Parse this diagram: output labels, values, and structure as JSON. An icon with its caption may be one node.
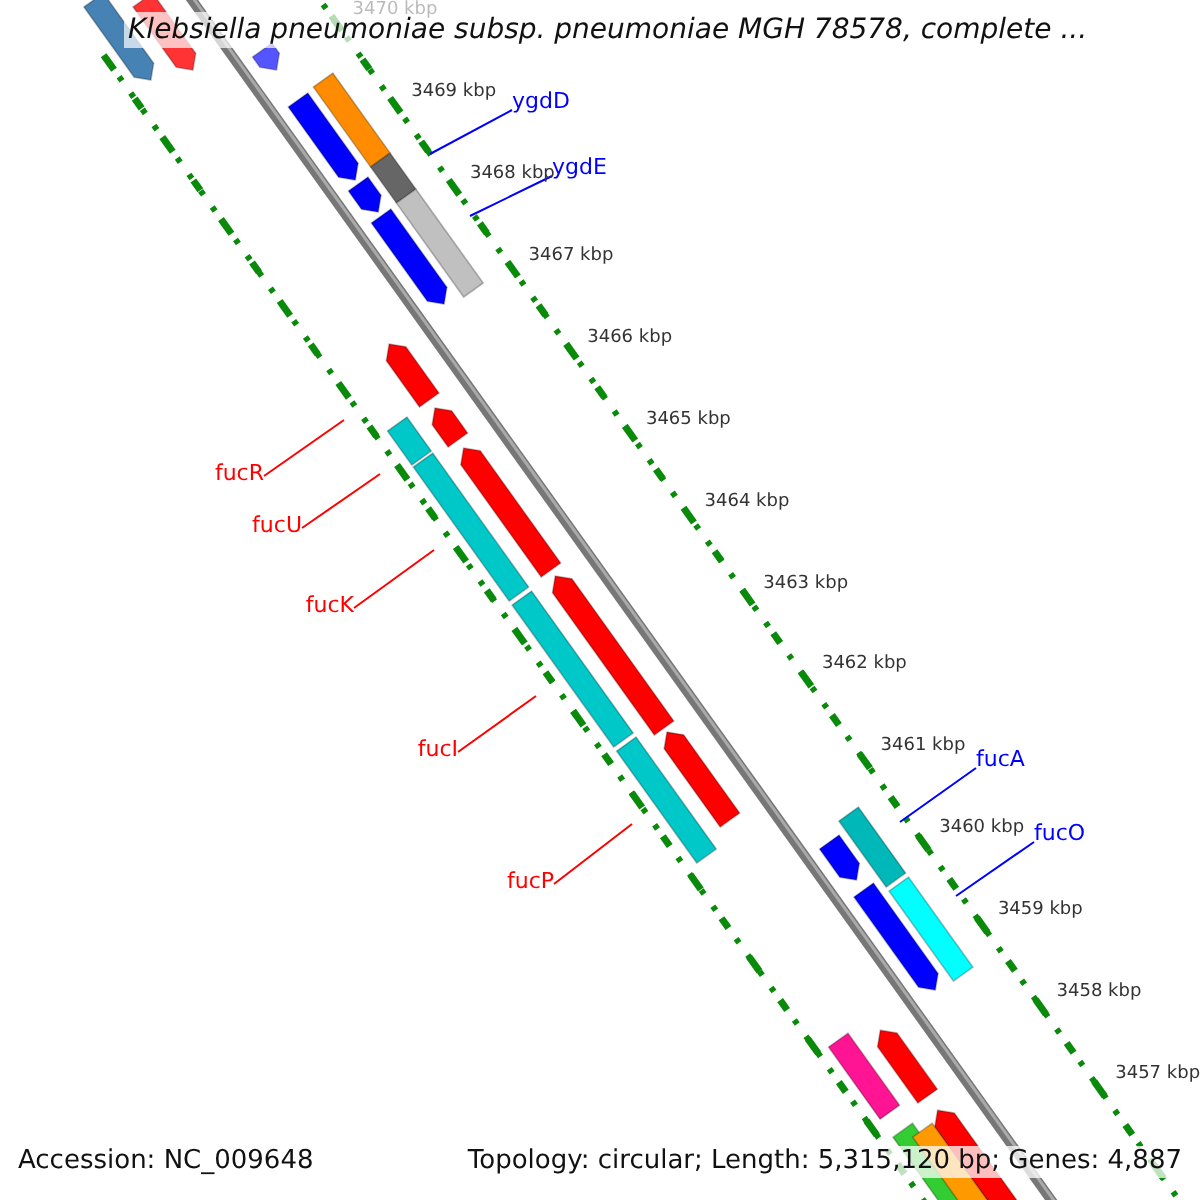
{
  "diagram": {
    "title": "Klebsiella pneumoniae subsp. pneumoniae MGH 78578, complete ...",
    "nodes": [
      {
        "text": [
          "ygdD"
        ]
      },
      {
        "text": [
          "ygdE"
        ]
      },
      {
        "text": [
          "fucR"
        ]
      },
      {
        "text": [
          "fucU"
        ]
      },
      {
        "text": [
          "fucK"
        ]
      },
      {
        "text": [
          "fucI"
        ]
      },
      {
        "text": [
          "fucP"
        ]
      },
      {
        "text": [
          "fucA"
        ]
      },
      {
        "text": [
          "fucO"
        ]
      }
    ],
    "edges": [
      {
        "from": 0,
        "to": null,
        "arrow": "none",
        "color": "#0000ff"
      },
      {
        "from": 1,
        "to": null,
        "arrow": "none",
        "color": "#0000ff"
      },
      {
        "from": 2,
        "to": null,
        "arrow": "none",
        "color": "#ff0000"
      },
      {
        "from": 3,
        "to": null,
        "arrow": "none",
        "color": "#ff0000"
      },
      {
        "from": 4,
        "to": null,
        "arrow": "none",
        "color": "#ff0000"
      },
      {
        "from": 5,
        "to": null,
        "arrow": "none",
        "color": "#ff0000"
      },
      {
        "from": 6,
        "to": null,
        "arrow": "none",
        "color": "#ff0000"
      },
      {
        "from": 7,
        "to": null,
        "arrow": "none",
        "color": "#0000ff"
      },
      {
        "from": 8,
        "to": null,
        "arrow": "none",
        "color": "#0000ff"
      }
    ],
    "labels": [
      "3470 kbp",
      "3469 kbp",
      "3468 kbp",
      "3467 kbp",
      "3466 kbp",
      "3465 kbp",
      "3464 kbp",
      "3463 kbp",
      "3462 kbp",
      "3461 kbp",
      "3460 kbp",
      "3459 kbp",
      "3458 kbp",
      "3457 kbp",
      "Accession: NC_009648",
      "Topology: circular; Length: 5,315,120 bp; Genes: 4,887"
    ]
  }
}
